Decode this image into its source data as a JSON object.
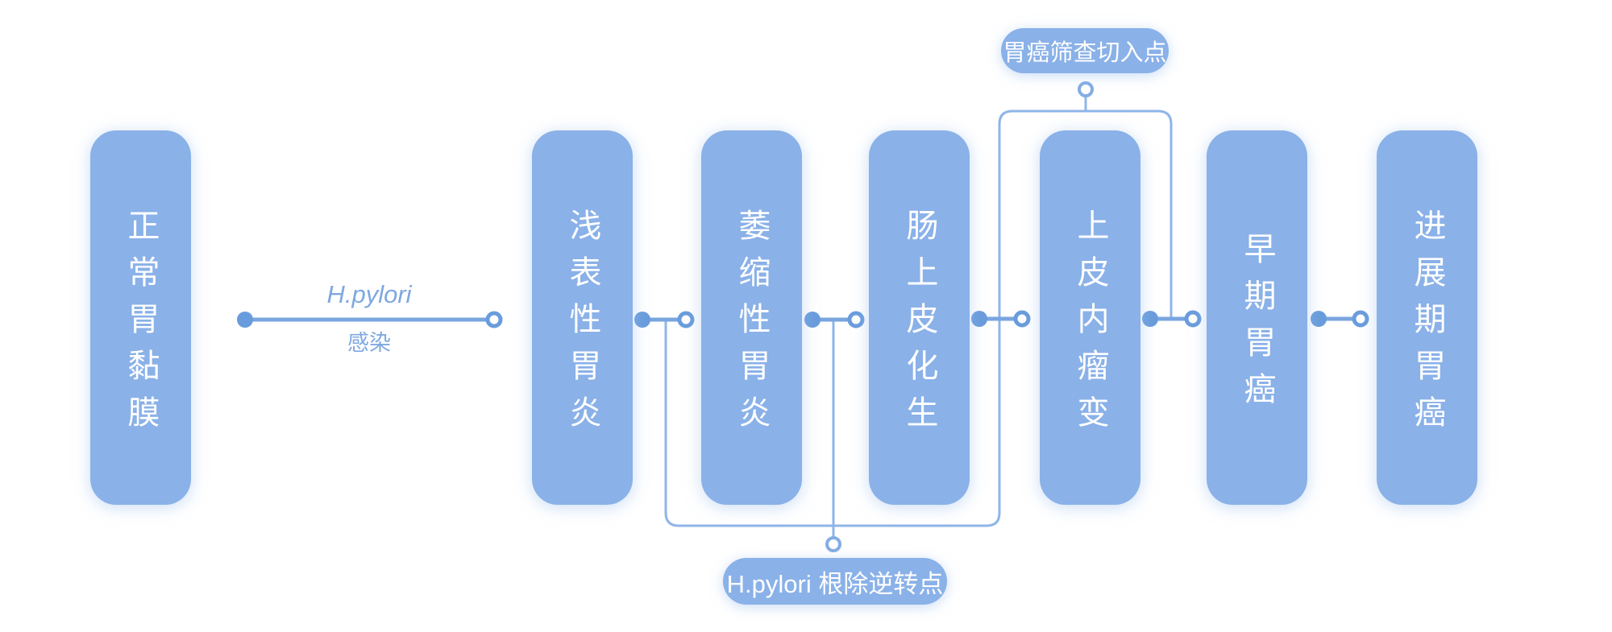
{
  "diagram": {
    "title_semantic": "胃癌演变进程",
    "background_color": "#ffffff",
    "box_color": "#8ab1e8",
    "connector_color": "#7aa6e0",
    "dot_color": "#699cdc",
    "bracket_color": "#8fb5e8",
    "box_text_color": "#ffffff",
    "edge_text_color": "#7fa8e0",
    "stages": [
      {
        "label": "正常胃黏膜"
      },
      {
        "label": "浅表性胃炎"
      },
      {
        "label": "萎缩性胃炎"
      },
      {
        "label": "肠上皮化生"
      },
      {
        "label": "上皮内瘤变"
      },
      {
        "label": "早期胃癌"
      },
      {
        "label": "进展期胃癌"
      }
    ],
    "infection_label": {
      "line1": "H.pylori",
      "line2": "感染"
    },
    "callouts": {
      "screening": "胃癌筛查切入点",
      "reversal": "H.pylori 根除逆转点"
    }
  }
}
